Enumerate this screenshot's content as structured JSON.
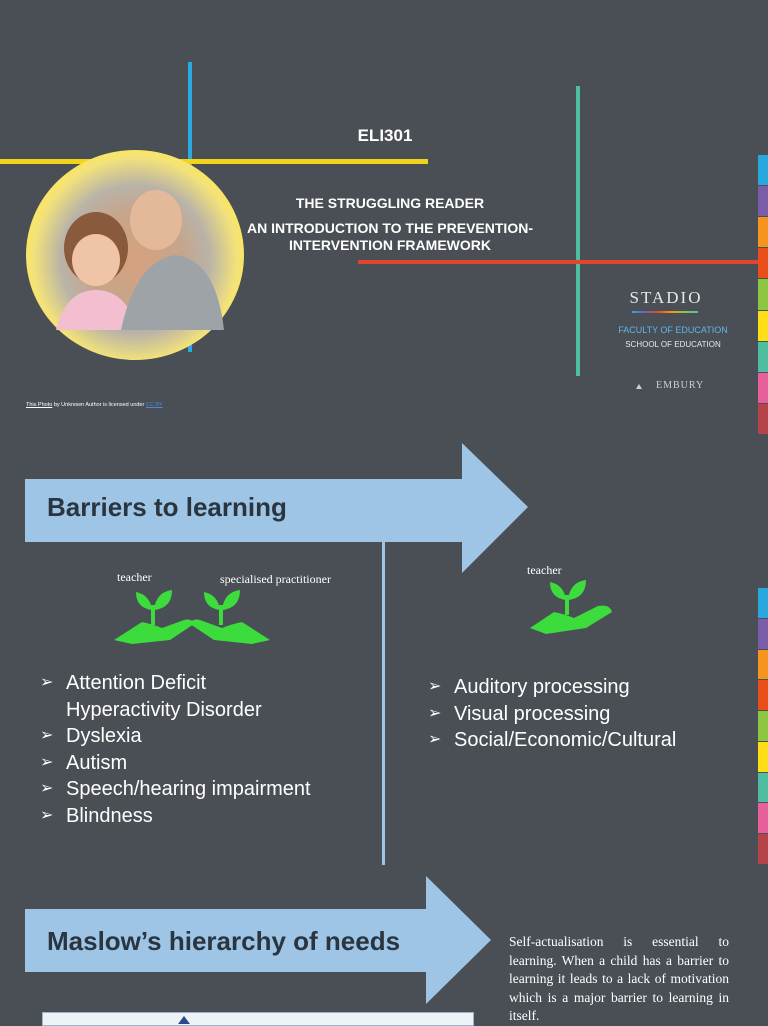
{
  "slide1": {
    "course_code": "ELI301",
    "title_line1": "THE STRUGGLING READER",
    "title_line2": "AN INTRODUCTION TO THE PREVENTION-",
    "title_line3": "INTERVENTION FRAMEWORK",
    "photo_credit_link": "This Photo",
    "photo_credit_text": " by Unknown Author is licensed under ",
    "photo_credit_license": "CC BY",
    "logo": {
      "brand": "STADIO",
      "faculty": "FACULTY OF EDUCATION",
      "school": "SCHOOL OF EDUCATION",
      "partner": "EMBURY"
    },
    "stripe_colors": [
      "#29a8e0",
      "#7a5ca8",
      "#f7941d",
      "#e94e1b",
      "#8dc63f",
      "#ffde17",
      "#4dbfa0",
      "#e8609a",
      "#b5434a"
    ]
  },
  "slide2": {
    "heading": "Barriers to learning",
    "left_labels": {
      "teacher": "teacher",
      "practitioner": "specialised practitioner"
    },
    "right_label": "teacher",
    "left_list": [
      "Attention Deficit Hyperactivity Disorder",
      "Dyslexia",
      "Autism",
      "Speech/hearing impairment",
      "Blindness"
    ],
    "right_list": [
      "Auditory processing",
      "Visual processing",
      "Social/Economic/Cultural"
    ],
    "stripe_colors": [
      "#29a8e0",
      "#7a5ca8",
      "#f7941d",
      "#e94e1b",
      "#8dc63f",
      "#ffde17",
      "#4dbfa0",
      "#e8609a",
      "#b5434a"
    ]
  },
  "slide3": {
    "heading": "Maslow’s hierarchy of needs",
    "paragraph": "Self-actualisation is essential to learning. When a child has a barrier to learning it leads to a lack of motivation which is a major barrier to learning in itself."
  },
  "icons": {
    "plant_hand": "plant-in-hand-icon",
    "arrow": "arrow-bullet-icon"
  },
  "colors": {
    "background": "#4a4e55",
    "arrow_fill": "#9fc5e6",
    "icon_green": "#3ddc3d",
    "gold_line": "#f2d21b",
    "blue_line": "#2aa8e0",
    "teal_line": "#4dbfa0",
    "red_line": "#e2452b"
  }
}
